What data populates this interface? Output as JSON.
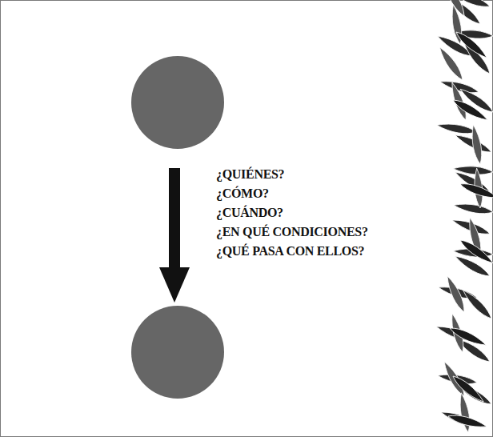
{
  "diagram": {
    "labels": [
      "¿QUIÉNES?",
      "¿CÓMO?",
      "¿CUÁNDO?",
      "¿EN QUÉ CONDICIONES?",
      "¿QUÉ PASA CON ELLOS?"
    ]
  }
}
